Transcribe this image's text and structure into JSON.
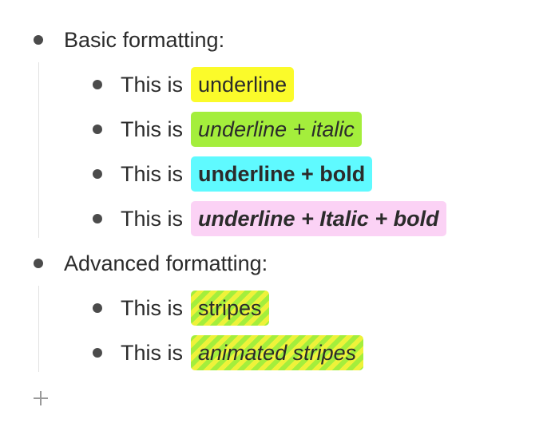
{
  "outline": {
    "nodes": [
      {
        "label": "Basic formatting:",
        "children": [
          {
            "prefix": "This is",
            "highlight": "underline",
            "style": "yellow",
            "color": "#fbfb2a"
          },
          {
            "prefix": "This is",
            "highlight": "underline + italic",
            "style": "green-italic",
            "color": "#a4ee3c"
          },
          {
            "prefix": "This is",
            "highlight": "underline + bold",
            "style": "cyan-bold",
            "color": "#5ffaff"
          },
          {
            "prefix": "This is",
            "highlight": "underline + Italic + bold",
            "style": "pink-bold-italic",
            "color": "#fbd2f5"
          }
        ]
      },
      {
        "label": "Advanced formatting:",
        "children": [
          {
            "prefix": "This is",
            "highlight": "stripes",
            "style": "stripes",
            "color": "#a4ee3c"
          },
          {
            "prefix": "This is",
            "highlight": "animated stripes",
            "style": "animated-stripes-italic",
            "color": "#a4ee3c"
          }
        ]
      }
    ],
    "add_icon": "plus-icon"
  }
}
